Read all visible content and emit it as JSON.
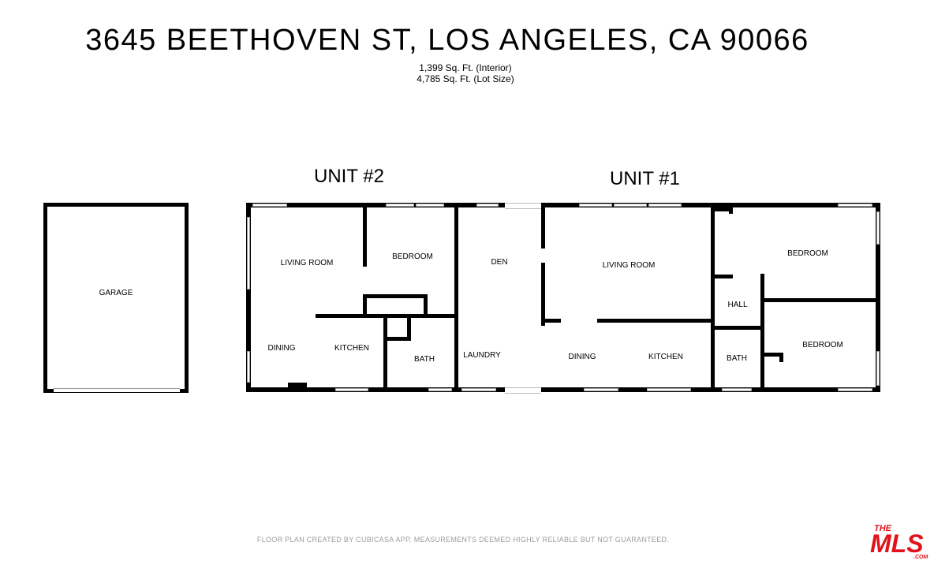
{
  "header": {
    "address": "3645 BEETHOVEN ST, LOS ANGELES, CA 90066",
    "interior_sqft": "1,399 Sq. Ft. (Interior)",
    "lot_sqft": "4,785 Sq. Ft. (Lot Size)"
  },
  "units": {
    "unit2": "UNIT #2",
    "unit1": "UNIT #1"
  },
  "rooms": {
    "garage": "GARAGE",
    "u2_living": "LIVING ROOM",
    "u2_bedroom": "BEDROOM",
    "u2_dining": "DINING",
    "u2_kitchen": "KITCHEN",
    "u2_bath": "BATH",
    "den": "DEN",
    "laundry": "LAUNDRY",
    "u1_living": "LIVING ROOM",
    "u1_bedroom_top": "BEDROOM",
    "u1_hall": "HALL",
    "u1_bedroom_bottom": "BEDROOM",
    "u1_dining": "DINING",
    "u1_kitchen": "KITCHEN",
    "u1_bath": "BATH"
  },
  "footer": "FLOOR PLAN CREATED BY CUBICASA APP. MEASUREMENTS DEEMED HIGHLY RELIABLE BUT NOT GUARANTEED.",
  "logo": {
    "top": "THE",
    "main": "MLS",
    "suffix": ".COM",
    "color": "#e0121b"
  }
}
